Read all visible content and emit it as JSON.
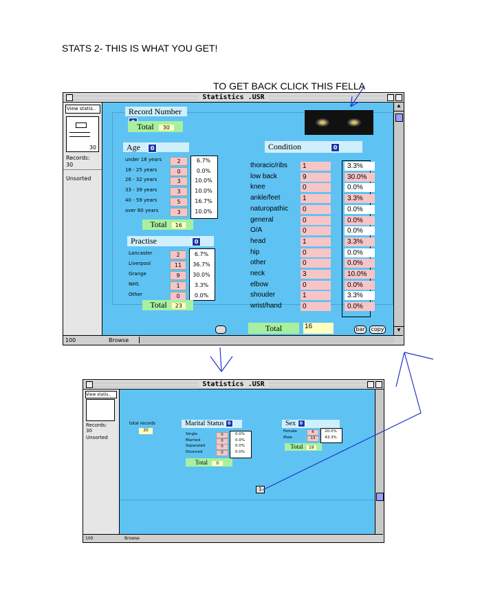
{
  "page_title": "STATS 2- THIS IS WHAT YOU GET!",
  "annotation": "TO GET BACK CLICK THIS FELLA",
  "window1": {
    "title": "Statistics .USR",
    "sidebar": {
      "view_button": "View statis..",
      "book_count": "30",
      "records_label": "Records:",
      "records_value": "30",
      "sort_status": "Unsorted"
    },
    "record_number_label": "Record Number",
    "record_number_badge": "0",
    "total_label": "Total",
    "total_value": "30",
    "age": {
      "heading": "Age",
      "badge": "0",
      "rows": [
        {
          "label": "under 18 years",
          "count": "2",
          "pct": "6.7%"
        },
        {
          "label": "18 - 25 years",
          "count": "0",
          "pct": "0.0%"
        },
        {
          "label": "26 - 32 years",
          "count": "3",
          "pct": "10.0%"
        },
        {
          "label": "33 - 39 years",
          "count": "3",
          "pct": "10.0%"
        },
        {
          "label": "40 - 59 years",
          "count": "5",
          "pct": "16.7%"
        },
        {
          "label": "over 60 years",
          "count": "3",
          "pct": "10.0%"
        }
      ],
      "total_label": "Total",
      "total_value": "16"
    },
    "practise": {
      "heading": "Practise",
      "badge": "0",
      "rows": [
        {
          "label": "Lancaster",
          "count": "2",
          "pct": "6.7%"
        },
        {
          "label": "Liverpool",
          "count": "11",
          "pct": "36.7%"
        },
        {
          "label": "Grange",
          "count": "9",
          "pct": "30.0%"
        },
        {
          "label": "NHS",
          "count": "1",
          "pct": "3.3%"
        },
        {
          "label": "Other",
          "count": "0",
          "pct": "0.0%"
        }
      ],
      "total_label": "Total",
      "total_value": "23"
    },
    "condition": {
      "heading": "Condition",
      "badge": "0",
      "rows": [
        {
          "label": "thoracic/ribs",
          "count": "1",
          "pct": "3.3%"
        },
        {
          "label": "low back",
          "count": "9",
          "pct": "30.0%"
        },
        {
          "label": "knee",
          "count": "0",
          "pct": "0.0%"
        },
        {
          "label": "ankle/feet",
          "count": "1",
          "pct": "3.3%"
        },
        {
          "label": "naturopathic",
          "count": "0",
          "pct": "0.0%"
        },
        {
          "label": "general",
          "count": "0",
          "pct": "0.0%"
        },
        {
          "label": "O/A",
          "count": "0",
          "pct": "0.0%"
        },
        {
          "label": "head",
          "count": "1",
          "pct": "3.3%"
        },
        {
          "label": "hip",
          "count": "0",
          "pct": "0.0%"
        },
        {
          "label": "other",
          "count": "0",
          "pct": "0.0%"
        },
        {
          "label": "neck",
          "count": "3",
          "pct": "10.0%"
        },
        {
          "label": "elbow",
          "count": "0",
          "pct": "0.0%"
        },
        {
          "label": "shouder",
          "count": "1",
          "pct": "3.3%"
        },
        {
          "label": "wrist/hand",
          "count": "0",
          "pct": "0.0%"
        }
      ],
      "total_label": "Total",
      "total_value": "16"
    },
    "bar_button": "bar",
    "copy_button": "copy",
    "bottom": {
      "zoom": "100",
      "mode": "Browse"
    }
  },
  "window2": {
    "title": "Statistics .USR",
    "sidebar": {
      "view_button": "View statis..",
      "records_label": "Records:",
      "records_value": "30",
      "sort_status": "Unsorted"
    },
    "total_records_label": "total records",
    "total_records_value": "30",
    "marital": {
      "heading": "Marital Status",
      "badge": "0",
      "rows": [
        {
          "label": "Single",
          "count": "0",
          "pct": "0.0%"
        },
        {
          "label": "Married",
          "count": "0",
          "pct": "0.0%"
        },
        {
          "label": "Separated",
          "count": "0",
          "pct": "0.0%"
        },
        {
          "label": "Divorced",
          "count": "0",
          "pct": "0.0%"
        }
      ],
      "total_label": "Total",
      "total_value": "0"
    },
    "sex": {
      "heading": "Sex",
      "badge": "0",
      "rows": [
        {
          "label": "Female",
          "count": "6",
          "pct": "20.0%"
        },
        {
          "label": "Male",
          "count": "13",
          "pct": "43.3%"
        }
      ],
      "total_label": "Total",
      "total_value": "19"
    },
    "back_button": "1",
    "bottom": {
      "zoom": "100",
      "mode": "Browse"
    }
  }
}
